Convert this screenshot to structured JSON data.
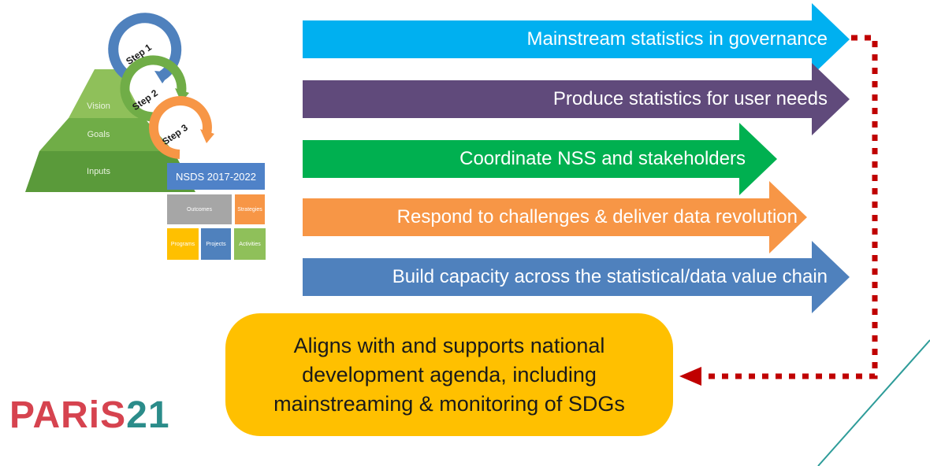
{
  "arrows": [
    {
      "label": "Mainstream statistics in governance",
      "color": "#00b0f0"
    },
    {
      "label": "Produce statistics for user needs",
      "color": "#604a7b"
    },
    {
      "label": "Coordinate NSS and stakeholders",
      "color": "#00b050"
    },
    {
      "label": "Respond to challenges & deliver data revolution",
      "color": "#f79646"
    },
    {
      "label": "Build capacity across the statistical/data value chain",
      "color": "#4f81bd"
    }
  ],
  "banner": {
    "text": "Aligns with and supports national development agenda, including mainstreaming & monitoring of SDGs",
    "color": "#ffc000"
  },
  "pyramid": {
    "top": "Vision",
    "middle": "Goals",
    "bottom": "Inputs"
  },
  "steps": [
    "Step 1",
    "Step 2",
    "Step 3"
  ],
  "nsds": {
    "title": "NSDS 2017-2022",
    "row1": [
      "Outcomes",
      "Strategies"
    ],
    "row2": [
      "Programs",
      "Projects",
      "Activities"
    ]
  },
  "logo": {
    "main": "PARiS",
    "accent": "21"
  },
  "connector_color": "#c00000"
}
